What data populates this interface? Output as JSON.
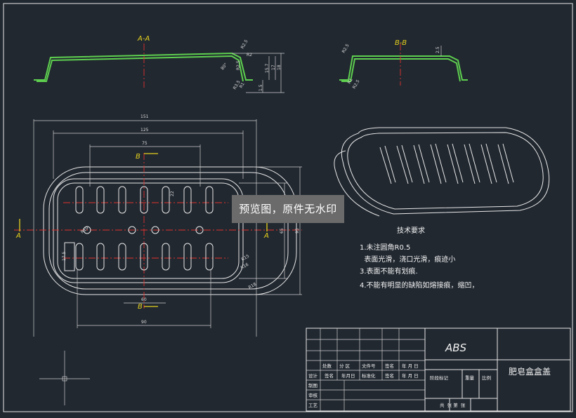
{
  "section_labels": {
    "aa": "A-A",
    "bb": "B-B",
    "a_left": "A",
    "a_right": "A",
    "b_top": "B",
    "b_bottom": "B"
  },
  "dims": {
    "overall_w": "151",
    "w125": "125",
    "w75": "75",
    "w60": "60",
    "w90": "90",
    "h95": "95",
    "h65": "65",
    "r22": "22",
    "r18": "R18",
    "r16": "R16",
    "r15": "R15",
    "r10": "R10",
    "h17": "17",
    "h15_7": "15.7",
    "h18": "18",
    "h1_5": "1.5",
    "r_a1": "R2.5",
    "r_a2": "R2",
    "r_a3": "R3.5",
    "r_a4": "R1",
    "r_a5": "R2.5",
    "ang": "80°",
    "bb_h": "2.5",
    "bb_r1": "R2.5",
    "bb_r2": "R2.5",
    "bb_r3": "R1",
    "left_small": "17.5"
  },
  "watermark": "预览图，原件无水印",
  "notes": {
    "title": "技术要求",
    "lines": [
      "1.未注圆角R0.5",
      "  表面光滑，浇口光滑，痕迹小",
      "3.表面不能有划痕.",
      "4.不能有明显的缺陷如熔接痕，缩凹，"
    ]
  },
  "title_block": {
    "material": "ABS",
    "part_name": "肥皂盒盒盖",
    "row_labels": [
      "设计",
      "制图",
      "审核",
      "工艺"
    ],
    "header_cells": [
      "处数",
      "分 区",
      "文件号",
      "签名",
      "年 月 日"
    ],
    "design_row": [
      "签名",
      "年月日",
      "标准化",
      "签名",
      "年 月 日"
    ],
    "stage_mark": "阶段标记",
    "weight": "重量",
    "scale": "比例",
    "sheets": "共  张 第  张"
  },
  "colors": {
    "background": "#212830",
    "lines": "#e9e9e9",
    "center": "#e2322d",
    "section": "#5ecf4f",
    "label": "#e7d21d"
  }
}
